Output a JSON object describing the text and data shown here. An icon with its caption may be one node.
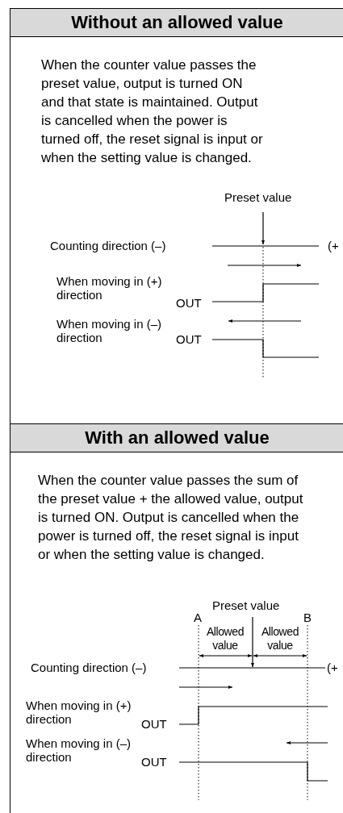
{
  "diagram": {
    "nodes": [
      {
        "text": [
          "Without an allowed value",
          "When the counter value passes the preset value, output is turned  ON and that state is maintained. Output is cancelled when the power is turned off, the reset signal is input or when the setting value is changed."
        ]
      },
      {
        "text": [
          "With an allowed value",
          "When the counter value passes the sum of the preset value + the allowed value, output is turned  ON. Output is cancelled when the power is turned off, the reset signal is input or when the setting value is changed."
        ]
      }
    ],
    "edges": [],
    "labels": [
      "Preset value",
      "Counting direction  (–)",
      "(+",
      "When moving in (+) direction",
      "OUT",
      "When moving in (–) direction",
      "OUT",
      "Preset value",
      "A",
      "B",
      "Allowed value",
      "Allowed value",
      "Counting direction (–)",
      "(+",
      "When moving in (+) direction",
      "OUT",
      "When moving in (–) direction",
      "OUT"
    ]
  }
}
